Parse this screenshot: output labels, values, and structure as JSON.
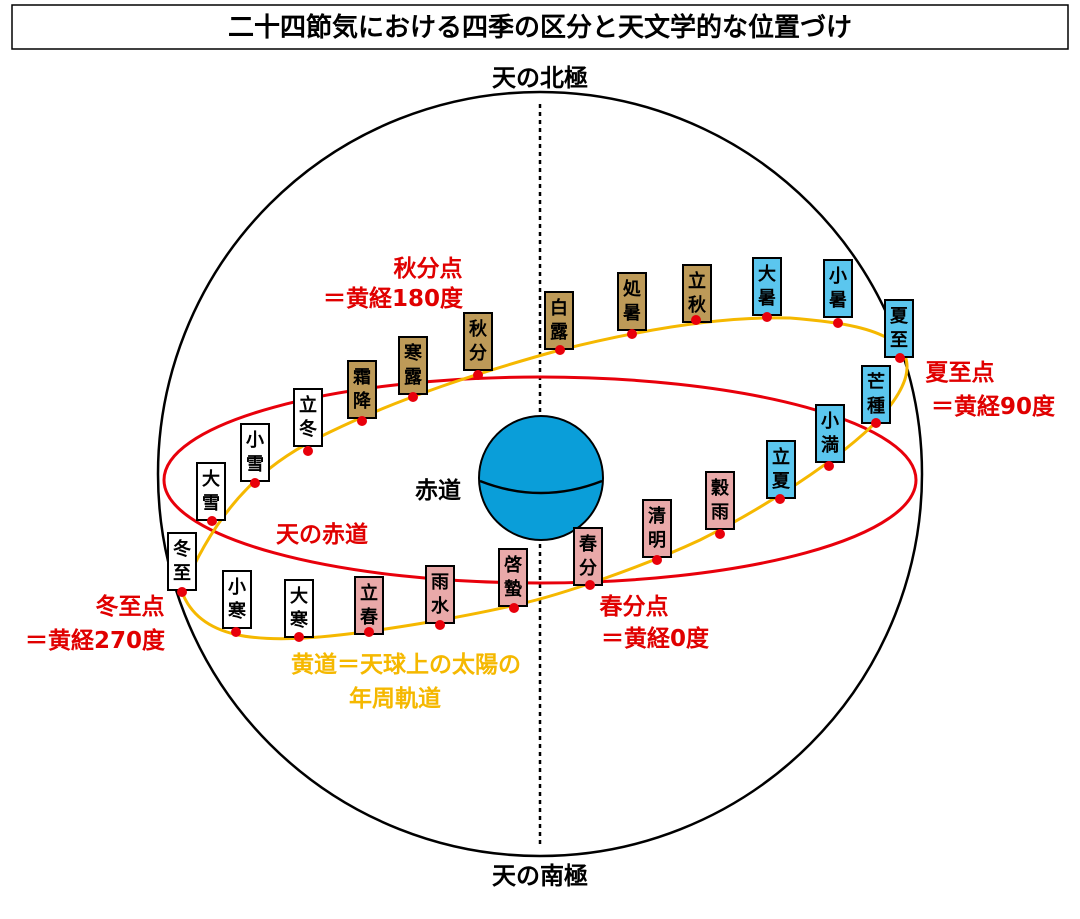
{
  "title": "二十四節気における四季の区分と天文学的な位置づけ",
  "labels": {
    "north_pole": "天の北極",
    "south_pole": "天の南極",
    "equator_sphere": "赤道",
    "celestial_equator": "天の赤道",
    "ecliptic_line1": "黄道＝天球上の太陽の",
    "ecliptic_line2": "年周軌道",
    "autumn_equinox_line1": "秋分点",
    "autumn_equinox_line2": "＝黄経180度",
    "summer_solstice_line1": "夏至点",
    "summer_solstice_line2": "＝黄経90度",
    "winter_solstice_line1": "冬至点",
    "winter_solstice_line2": "＝黄経270度",
    "spring_equinox_line1": "春分点",
    "spring_equinox_line2": "＝黄経0度"
  },
  "colors": {
    "equator_line": "#e8000b",
    "ecliptic_line": "#f5b800",
    "point": "#e8000b",
    "earth": "#0a9ed9",
    "winter": "#ffffff",
    "spring": "#e9a9a9",
    "summer": "#5bc6ee",
    "autumn": "#bd9a58"
  },
  "solar_terms": [
    {
      "name": "春分",
      "c1": "春",
      "c2": "分",
      "season": "spring"
    },
    {
      "name": "清明",
      "c1": "清",
      "c2": "明",
      "season": "spring"
    },
    {
      "name": "穀雨",
      "c1": "穀",
      "c2": "雨",
      "season": "spring"
    },
    {
      "name": "立夏",
      "c1": "立",
      "c2": "夏",
      "season": "summer"
    },
    {
      "name": "小満",
      "c1": "小",
      "c2": "満",
      "season": "summer"
    },
    {
      "name": "芒種",
      "c1": "芒",
      "c2": "種",
      "season": "summer"
    },
    {
      "name": "夏至",
      "c1": "夏",
      "c2": "至",
      "season": "summer"
    },
    {
      "name": "小暑",
      "c1": "小",
      "c2": "暑",
      "season": "summer"
    },
    {
      "name": "大暑",
      "c1": "大",
      "c2": "暑",
      "season": "summer"
    },
    {
      "name": "立秋",
      "c1": "立",
      "c2": "秋",
      "season": "autumn"
    },
    {
      "name": "処暑",
      "c1": "処",
      "c2": "暑",
      "season": "autumn"
    },
    {
      "name": "白露",
      "c1": "白",
      "c2": "露",
      "season": "autumn"
    },
    {
      "name": "秋分",
      "c1": "秋",
      "c2": "分",
      "season": "autumn"
    },
    {
      "name": "寒露",
      "c1": "寒",
      "c2": "露",
      "season": "autumn"
    },
    {
      "name": "霜降",
      "c1": "霜",
      "c2": "降",
      "season": "autumn"
    },
    {
      "name": "立冬",
      "c1": "立",
      "c2": "冬",
      "season": "winter"
    },
    {
      "name": "小雪",
      "c1": "小",
      "c2": "雪",
      "season": "winter"
    },
    {
      "name": "大雪",
      "c1": "大",
      "c2": "雪",
      "season": "winter"
    },
    {
      "name": "冬至",
      "c1": "冬",
      "c2": "至",
      "season": "winter"
    },
    {
      "name": "小寒",
      "c1": "小",
      "c2": "寒",
      "season": "winter"
    },
    {
      "name": "大寒",
      "c1": "大",
      "c2": "寒",
      "season": "winter"
    },
    {
      "name": "立春",
      "c1": "立",
      "c2": "春",
      "season": "spring"
    },
    {
      "name": "雨水",
      "c1": "雨",
      "c2": "水",
      "season": "spring"
    },
    {
      "name": "啓蟄",
      "c1": "啓",
      "c2": "蟄",
      "season": "spring"
    }
  ]
}
